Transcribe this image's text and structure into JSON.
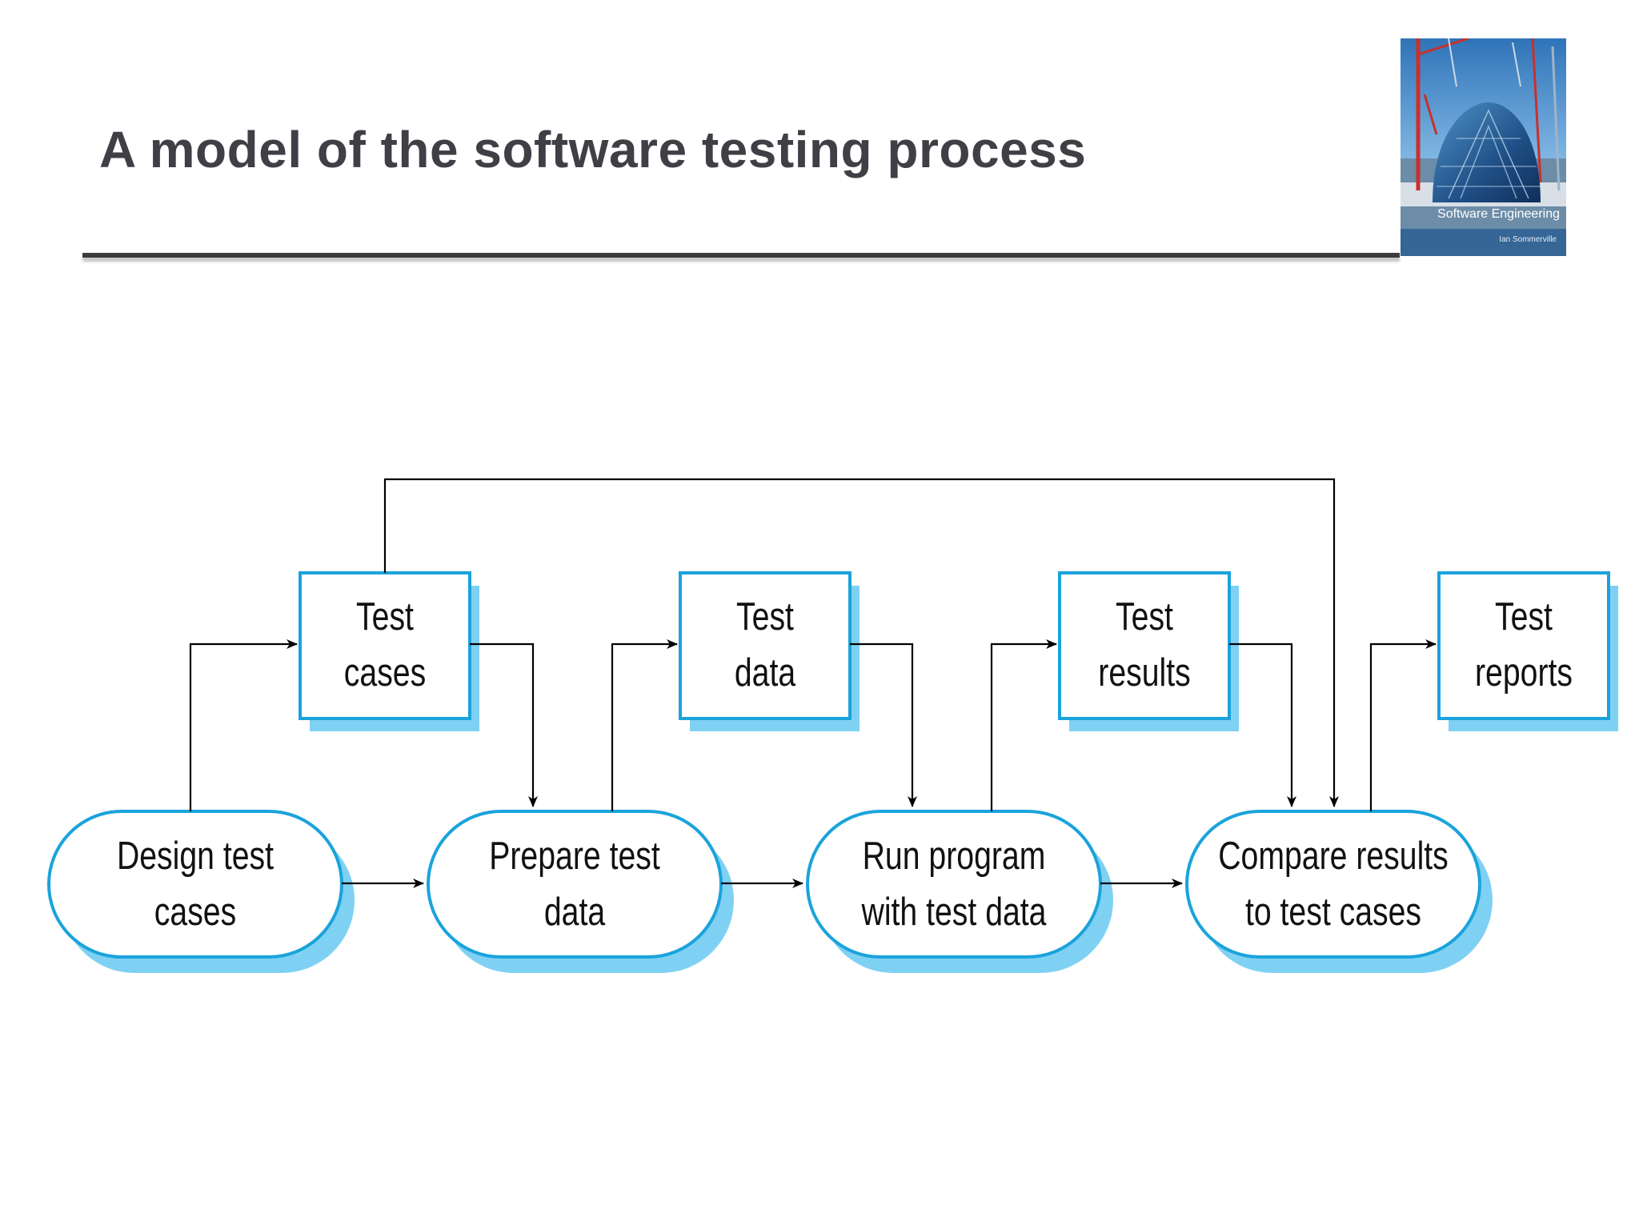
{
  "slide": {
    "title": "A model of the software testing process"
  },
  "book_cover": {
    "caption": "Software Engineering",
    "author": "Ian Sommerville"
  },
  "diagram": {
    "colors": {
      "border": "#1aa3dc",
      "shadow": "#7fd1f3",
      "node_fill": "#ffffff",
      "arrow": "#000000"
    },
    "processes": [
      {
        "id": "design",
        "line1": "Design test",
        "line2": "cases"
      },
      {
        "id": "prepare",
        "line1": "Prepare test",
        "line2": "data"
      },
      {
        "id": "run",
        "line1": "Run program",
        "line2": "with test data"
      },
      {
        "id": "compare",
        "line1": "Compare results",
        "line2": "to test cases"
      }
    ],
    "artifacts": [
      {
        "id": "test-cases",
        "line1": "Test",
        "line2": "cases"
      },
      {
        "id": "test-data",
        "line1": "Test",
        "line2": "data"
      },
      {
        "id": "test-results",
        "line1": "Test",
        "line2": "results"
      },
      {
        "id": "test-reports",
        "line1": "Test",
        "line2": "reports"
      }
    ],
    "flows": [
      [
        "design",
        "test-cases"
      ],
      [
        "test-cases",
        "prepare"
      ],
      [
        "test-cases",
        "compare"
      ],
      [
        "prepare",
        "test-data"
      ],
      [
        "test-data",
        "run"
      ],
      [
        "run",
        "test-results"
      ],
      [
        "test-results",
        "compare"
      ],
      [
        "compare",
        "test-reports"
      ],
      [
        "design",
        "prepare"
      ],
      [
        "prepare",
        "run"
      ],
      [
        "run",
        "compare"
      ]
    ]
  }
}
